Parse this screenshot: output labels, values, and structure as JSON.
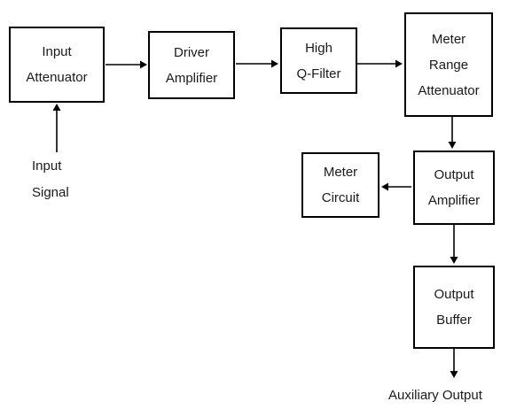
{
  "diagram": {
    "background": "#ffffff",
    "line_color": "#000000",
    "blocks": {
      "input_attenuator": {
        "lines": [
          "Input",
          "Attenuator"
        ]
      },
      "driver_amplifier": {
        "lines": [
          "Driver",
          "Amplifier"
        ]
      },
      "high_q_filter": {
        "lines": [
          "High",
          "Q-Filter"
        ]
      },
      "meter_range_attenuator": {
        "lines": [
          "Meter",
          "Range",
          "Attenuator"
        ]
      },
      "meter_circuit": {
        "lines": [
          "Meter",
          "Circuit"
        ]
      },
      "output_amplifier": {
        "lines": [
          "Output",
          "Amplifier"
        ]
      },
      "output_buffer": {
        "lines": [
          "Output",
          "Buffer"
        ]
      }
    },
    "labels": {
      "input_signal": {
        "lines": [
          "Input",
          "Signal"
        ]
      },
      "auxiliary_output": "Auxiliary Output"
    }
  }
}
